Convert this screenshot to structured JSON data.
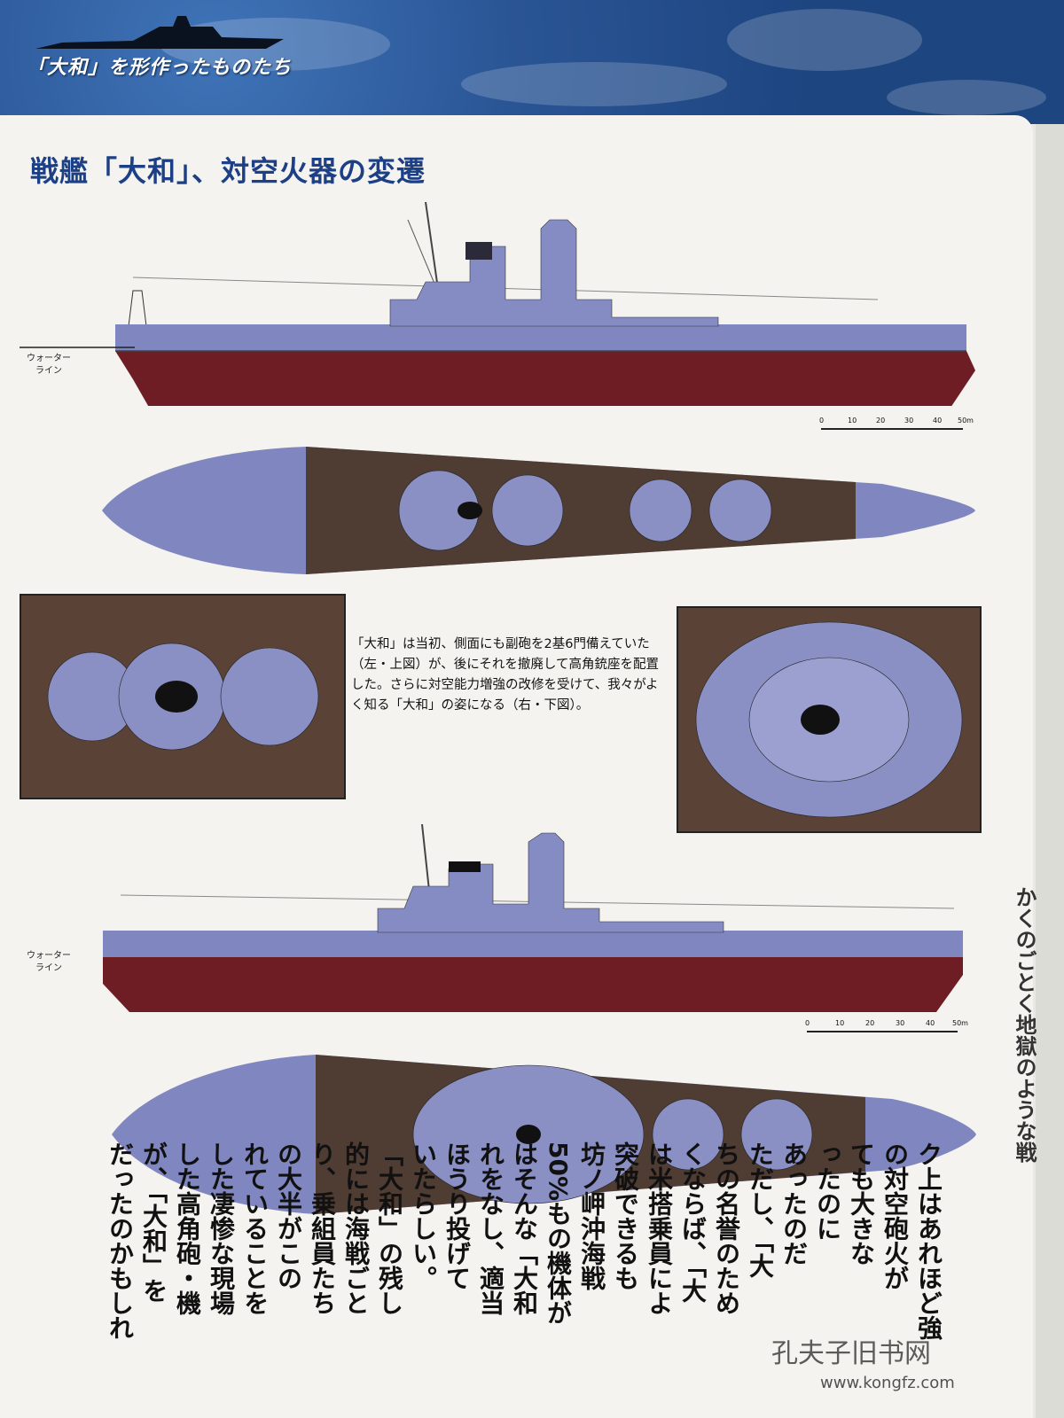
{
  "header": {
    "title": "「大和」を形作ったものたち"
  },
  "section": {
    "title": "戦艦「大和」、対空火器の変遷"
  },
  "labels": {
    "waterline_1": "ウォーター",
    "waterline_2": "ライン"
  },
  "scale": {
    "ticks": [
      "0",
      "10",
      "20",
      "30",
      "40",
      "50m"
    ]
  },
  "caption": "「大和」は当初、側面にも副砲を2基6門備えていた（左・上図）が、後にそれを撤廃して高角銃座を配置した。さらに対空能力増強の改修を受けて、我々がよく知る「大和」の姿になる（右・下図）。",
  "body_columns": [
    "ク上はあれほど強",
    "の対空砲火が",
    "ても大きな",
    "ったのに",
    "あったのだ",
    "ただし、「大",
    "ちの名誉のため",
    "くならば、「大",
    "は米搭乗員によ",
    "突破できるも",
    "坊ノ岬沖海戦",
    "50%もの機体が",
    "はそんな「大和",
    "れをなし、適当",
    "ほうり投げて",
    "いたらしい。",
    "「大和」の残し",
    "的には海戦ごと",
    "り、乗組員たち",
    "の大半がこの",
    "れていることを",
    "した凄惨な現場",
    "した高角砲・機",
    "が、「大和」を",
    "だったのかもしれ"
  ],
  "right_edge_text": "かくのごとく地獄のような戦",
  "watermark": {
    "name": "孔夫子旧书网",
    "url": "www.kongfz.com"
  },
  "colors": {
    "hull_gray": "#7f86c0",
    "hull_red": "#6e1d24",
    "deck": "#4f3c32",
    "title_blue": "#1c3f85"
  }
}
